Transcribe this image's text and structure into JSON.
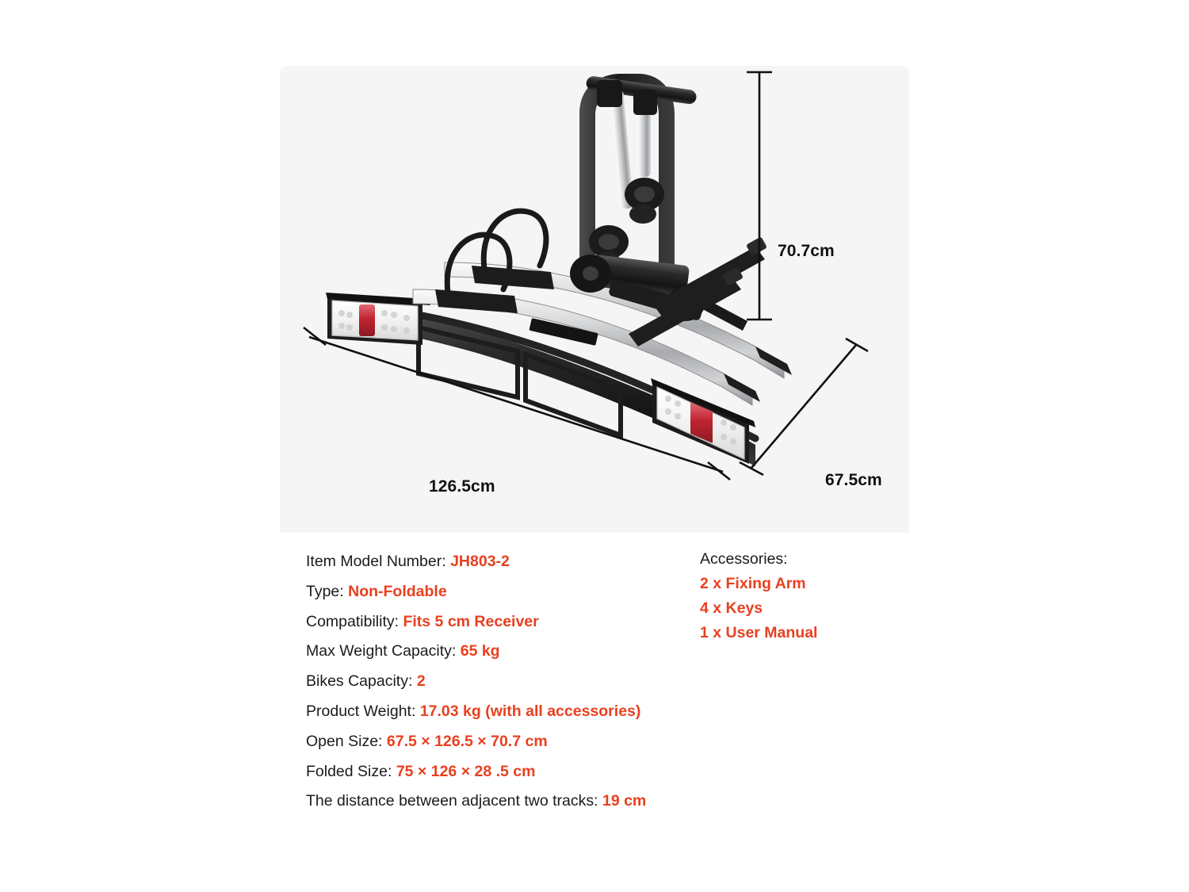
{
  "product_image": {
    "alt": "hitch-mounted two-bike carrier rack, three-quarter view",
    "background_color": "#f5f5f5",
    "dimensions": {
      "height": "70.7cm",
      "width": "126.5cm",
      "depth": "67.5cm"
    },
    "parts": {
      "mast": "black U-shaped tubular mast",
      "fixing_arms": "two silver telescoping fixing arms with black clamp heads",
      "wheel_trays": "two curved silver aluminium wheel trays",
      "wheel_straps": "black wheel hoop straps",
      "tail_lights": "clear LED lens with central red reflector",
      "coupler": "black tow-ball coupler mechanism"
    }
  },
  "specs": {
    "accent_color": "#e8401f",
    "items": [
      {
        "label": "Item Model Number:",
        "value": "JH803-2"
      },
      {
        "label": "Type:",
        "value": "Non-Foldable"
      },
      {
        "label": "Compatibility:",
        "value": "Fits 5 cm Receiver"
      },
      {
        "label": "Max Weight Capacity:",
        "value": "65 kg"
      },
      {
        "label": "Bikes Capacity:",
        "value": "2"
      },
      {
        "label": "Product Weight:",
        "value": "17.03 kg (with all accessories)"
      },
      {
        "label": "Open Size:",
        "value": "67.5 × 126.5 × 70.7 cm"
      },
      {
        "label": "Folded Size:",
        "value": "75 × 126 × 28 .5 cm"
      },
      {
        "label": "The distance between adjacent two tracks:",
        "value": "19 cm"
      }
    ]
  },
  "accessories": {
    "title": "Accessories:",
    "items": [
      "2 x Fixing Arm",
      "4 x Keys",
      "1 x User Manual"
    ]
  }
}
